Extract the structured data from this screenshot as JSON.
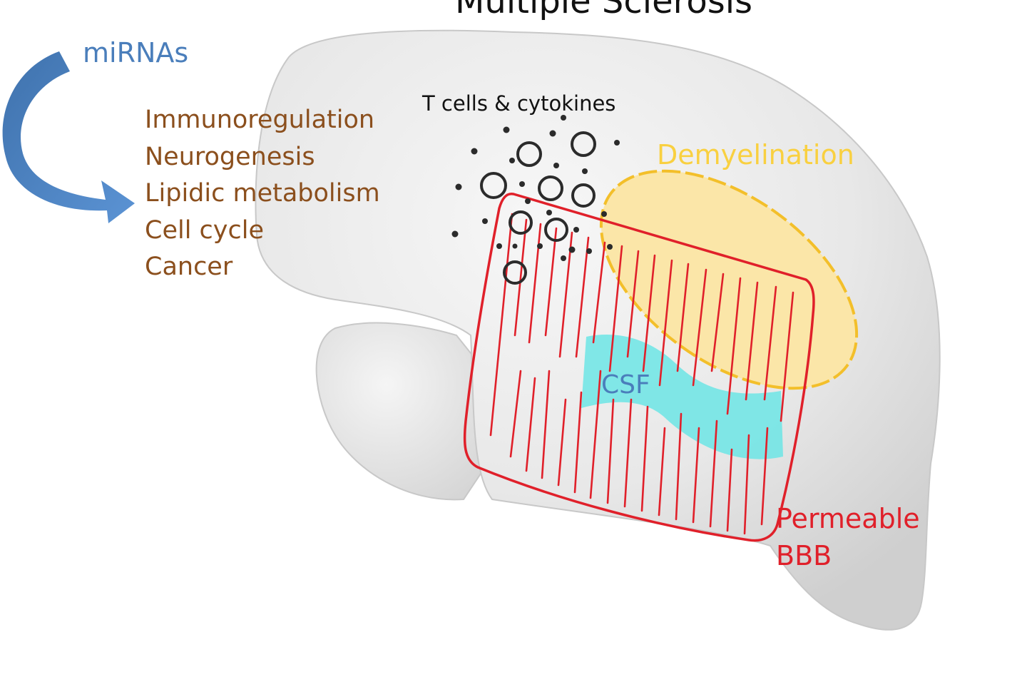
{
  "title": "Multiple Sclerosis",
  "mirna_arrow": {
    "label": "miRNAs",
    "functions": [
      "Immunoregulation",
      "Neurogenesis",
      "Lipidic metabolism",
      "Cell cycle",
      "Cancer"
    ]
  },
  "brain_labels": {
    "t_cells": "T cells & cytokines",
    "demyelination": "Demyelination",
    "csf": "CSF",
    "bbb": "Permeable BBB"
  },
  "colors": {
    "mirna_blue": "#4A7EBB",
    "function_brown": "#8B4F1D",
    "demyelination_yellow": "#F9D040",
    "bbb_red": "#E0202A",
    "csf_cyan": "#6CE5E5",
    "brain_gray": "#E6E6E6"
  }
}
